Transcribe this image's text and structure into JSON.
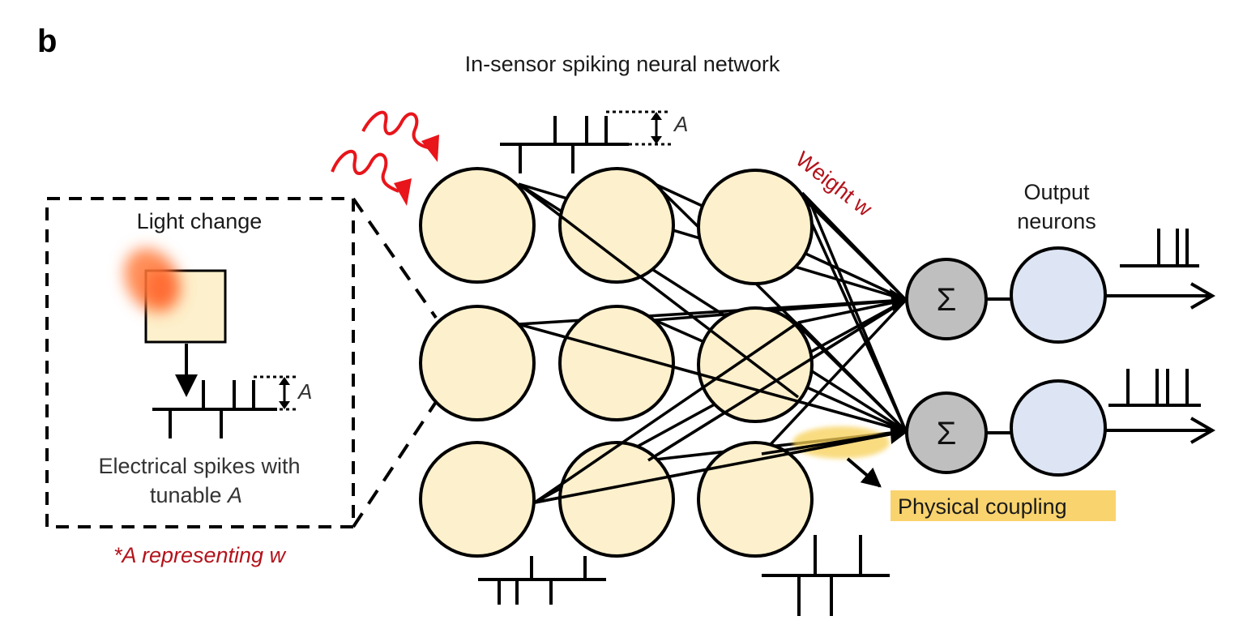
{
  "figure": {
    "panel_letter": "b",
    "title": "In-sensor spiking neural network",
    "inset": {
      "light_change": "Light change",
      "spikes_line1": "Electrical spikes with",
      "spikes_line2_prefix": "tunable ",
      "spikes_line2_var": "A",
      "amplitude_symbol": "A"
    },
    "note": "*A representing w",
    "top_amplitude_symbol": "A",
    "weight_label": "Weight w",
    "output_label_line1": "Output",
    "output_label_line2": "neurons",
    "sum_symbol": "Σ",
    "coupling_label": "Physical coupling"
  },
  "colors": {
    "neuron_fill": "#fdf0cc",
    "output_fill": "#dde5f4",
    "sum_fill": "#bfbfbf",
    "light_red": "#e8151b",
    "label_red": "#b3131b",
    "coupling_box": "#f9d36e",
    "coupling_glow": "#f7d056",
    "light_blob": "#ff7a3a"
  }
}
